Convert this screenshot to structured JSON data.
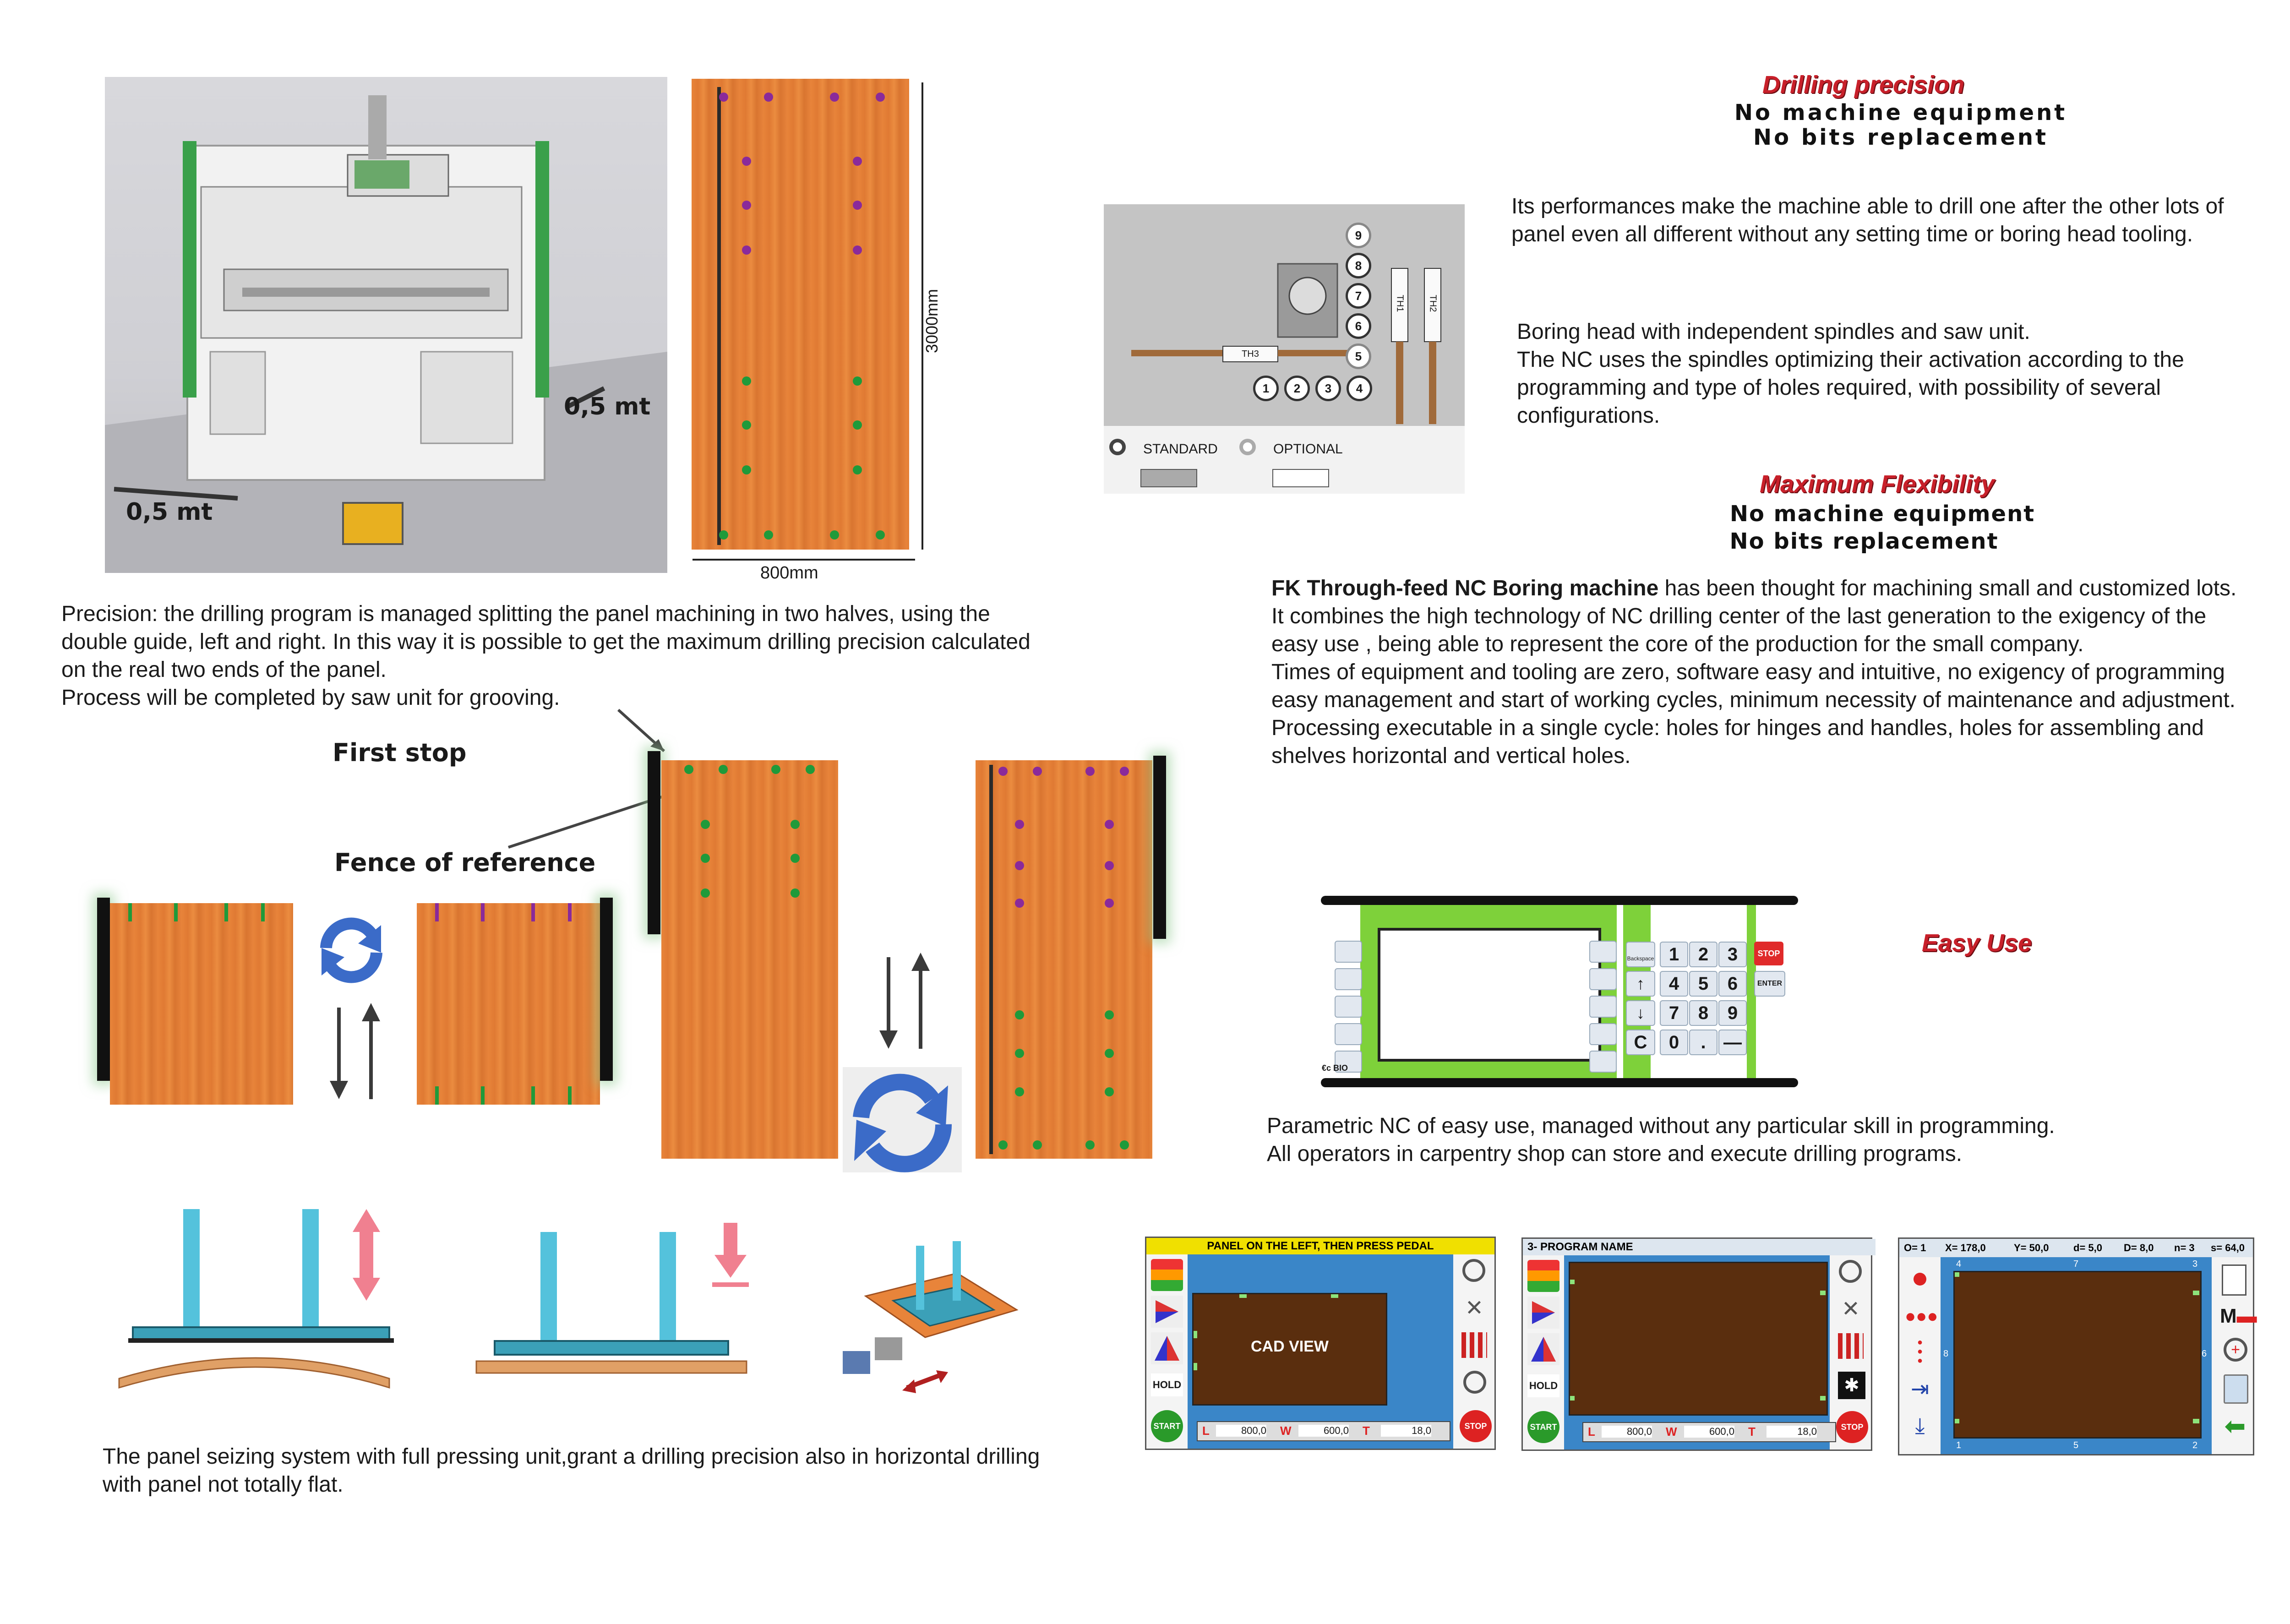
{
  "machine_photo": {
    "dim_right": "0,5 mt",
    "dim_left": "0,5 mt"
  },
  "panel_diagram": {
    "height_label": "3000mm",
    "width_label": "800mm"
  },
  "precision_section": {
    "title": "Drilling precision",
    "line1": "No machine equipment",
    "line2": "No bits replacement"
  },
  "boring_head": {
    "legend_standard": "STANDARD",
    "legend_optional": "OPTIONAL",
    "spindle_numbers": [
      "9",
      "8",
      "7",
      "6",
      "5",
      "1",
      "2",
      "3",
      "4"
    ],
    "tag_th3": "TH3",
    "tag_th1": "TH1",
    "tag_th2": "TH2"
  },
  "performance_text": "Its performances make  the machine  able  to drill  one after the other lots of panel even all different without any  setting time or  boring head tooling.",
  "boring_text": [
    "Boring head with independent spindles and saw unit.",
    "The NC uses the spindles optimizing their activation according  to the programming  and type of holes required,  with possibility of several configurations."
  ],
  "flexibility_section": {
    "title": "Maximum Flexibility",
    "line1": "No machine equipment",
    "line2": "No bits replacement"
  },
  "fk_text": {
    "bold_lead": "FK  Through-feed NC  Boring machine",
    "intro": " has been thought for machining small and customized lots.   It combines the high technology of  NC drilling center  of the last generation to the  exigency of the easy use ,  being able to represent  the core of the production  for  the small company.",
    "p2": "Times of  equipment and tooling  are zero, software  easy and intuitive, no exigency of programming easy management  and start of  working cycles,  minimum  necessity of maintenance and  adjustment.",
    "p3": "Processing executable in a single cycle:  holes for hinges and handles, holes for assembling and shelves horizontal and vertical holes."
  },
  "precision_text": [
    "Precision:   the drilling program is managed splitting the panel machining  in two halves, using the double guide, left and right.  In this way it  is possible to get  the maximum  drilling precision calculated on the real two ends of the panel.",
    "Process will be completed by saw unit for grooving."
  ],
  "sequence_labels": {
    "first_stop": "First stop",
    "fence": "Fence of reference"
  },
  "easy_use": {
    "title": "Easy  Use",
    "keypad": [
      "1",
      "2",
      "3",
      "4",
      "5",
      "6",
      "7",
      "8",
      "9",
      "C",
      "0",
      ".",
      "—"
    ],
    "key_stop": "STOP",
    "key_enter": "ENTER",
    "key_backspace": "Backspace",
    "brand": "€c BIO"
  },
  "parametric_text": [
    "Parametric  NC of easy use, managed  without any  particular  skill  in programming.",
    "All operators  in carpentry shop  can  store and  execute  drilling programs."
  ],
  "screens": [
    {
      "header": "PANEL ON THE LEFT, THEN PRESS PEDAL",
      "center": "CAD VIEW",
      "hold": "HOLD",
      "start": "START",
      "stop": "STOP",
      "L_label": "L",
      "L_value": "800,0",
      "W_label": "W",
      "W_value": "600,0",
      "T_label": "T",
      "T_value": "18,0"
    },
    {
      "header": "3- PROGRAM NAME",
      "hold": "HOLD",
      "start": "START",
      "stop": "STOP",
      "L_label": "L",
      "L_value": "800,0",
      "W_label": "W",
      "W_value": "600,0",
      "T_label": "T",
      "T_value": "18,0"
    },
    {
      "O": "O= 1",
      "X": "X= 178,0",
      "Y": "Y= 50,0",
      "d": "d= 5,0",
      "D": "D= 8,0",
      "n": "n= 3",
      "s": "s= 64,0",
      "corner_labels": [
        "4",
        "7",
        "3",
        "8",
        "6",
        "1",
        "5",
        "2"
      ]
    }
  ],
  "seizing_text": "The panel seizing system with full pressing unit,grant a drilling precision also in horizontal drilling with panel not totally flat.",
  "colors": {
    "title_red": "#c8202a",
    "wood": "#e8843a",
    "hole_purple": "#8a2a9a",
    "hole_green": "#1f9a3a",
    "screen_blue": "#3a86c8",
    "screen_brown": "#5a2e0e"
  }
}
